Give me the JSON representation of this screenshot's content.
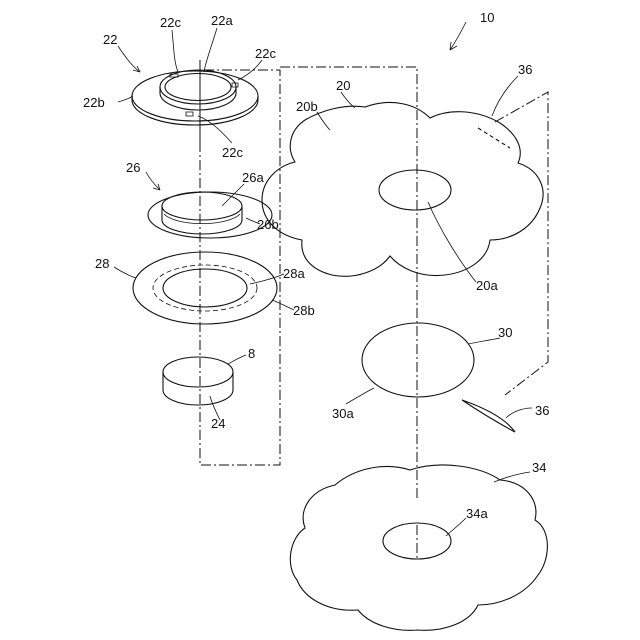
{
  "labels": {
    "l10": "10",
    "l22": "22",
    "l22a": "22a",
    "l22b": "22b",
    "l22c_1": "22c",
    "l22c_2": "22c",
    "l22c_3": "22c",
    "l26": "26",
    "l26a": "26a",
    "l26b": "26b",
    "l28": "28",
    "l28a": "28a",
    "l28b": "28b",
    "l8": "8",
    "l24": "24",
    "l20": "20",
    "l20a": "20a",
    "l20b": "20b",
    "l30": "30",
    "l30a": "30a",
    "l34": "34",
    "l34a": "34a",
    "l36_top": "36",
    "l36_bottom": "36"
  }
}
